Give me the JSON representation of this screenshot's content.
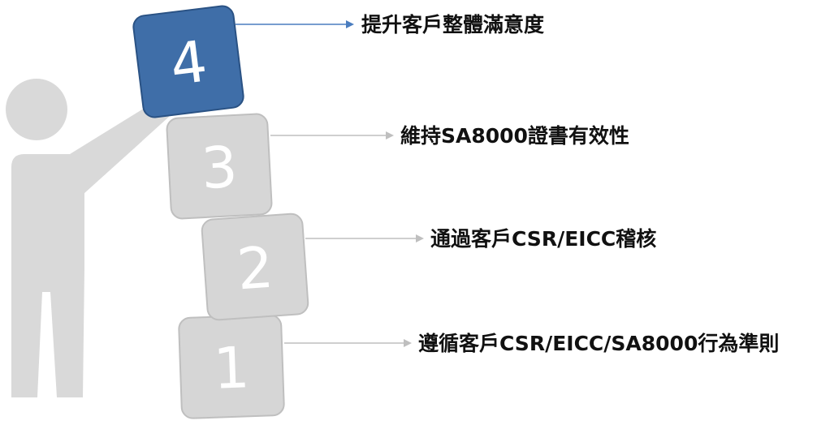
{
  "colors": {
    "figure": "#d9d9d9",
    "block_gray_fill": "#d6d6d6",
    "block_gray_stroke": "#bfbfbf",
    "block_blue_fill": "#3f6ea8",
    "block_blue_stroke": "#2a5284",
    "arrow_gray": "#bfbfbf",
    "arrow_blue": "#4a7dbf",
    "text": "#111111"
  },
  "steps": [
    {
      "number": "4",
      "label": "提升客戶整體滿意度",
      "highlight": true
    },
    {
      "number": "3",
      "label": "維持SA8000證書有效性",
      "highlight": false
    },
    {
      "number": "2",
      "label": "通過客戶CSR/EICC稽核",
      "highlight": false
    },
    {
      "number": "1",
      "label": "遵循客戶CSR/EICC/SA8000行為準則",
      "highlight": false
    }
  ]
}
